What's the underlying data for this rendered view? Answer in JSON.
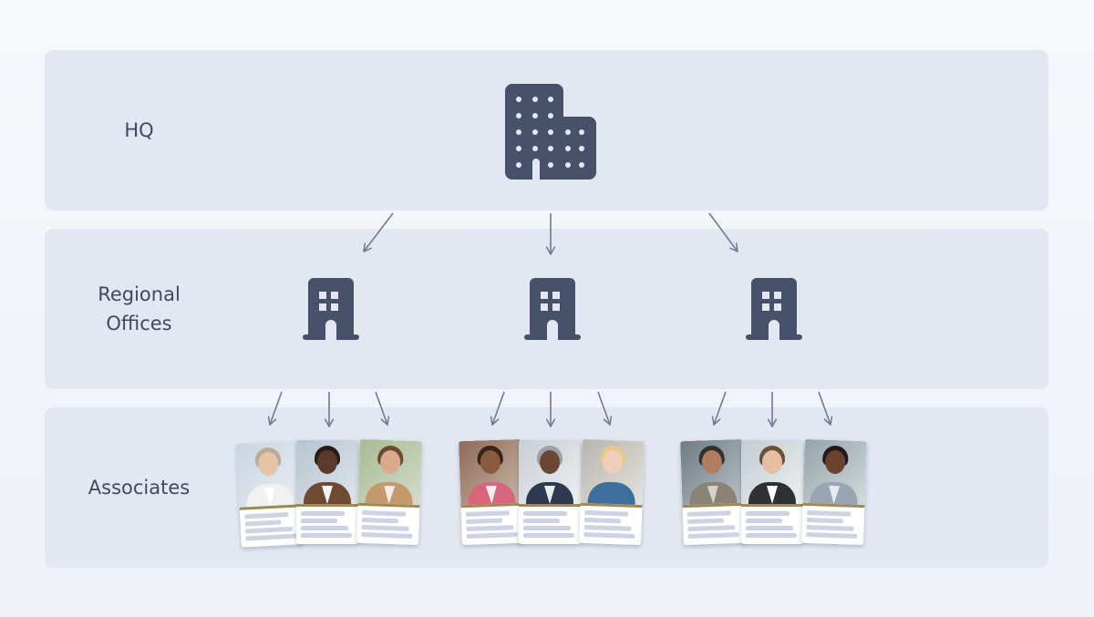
{
  "tiers": {
    "hq": "HQ",
    "regional": "Regional\nOffices",
    "associates": "Associates"
  },
  "icons": {
    "hq": "office-building-icon",
    "regional": "small-office-building-icon"
  },
  "colors": {
    "band": "#e3e7f1",
    "icon": "#47516a",
    "arrow": "#6f7b93",
    "label": "#3f4a5e",
    "card_stripe": "#a08a53"
  },
  "regional_office_count": 3,
  "associates_per_office": 3
}
